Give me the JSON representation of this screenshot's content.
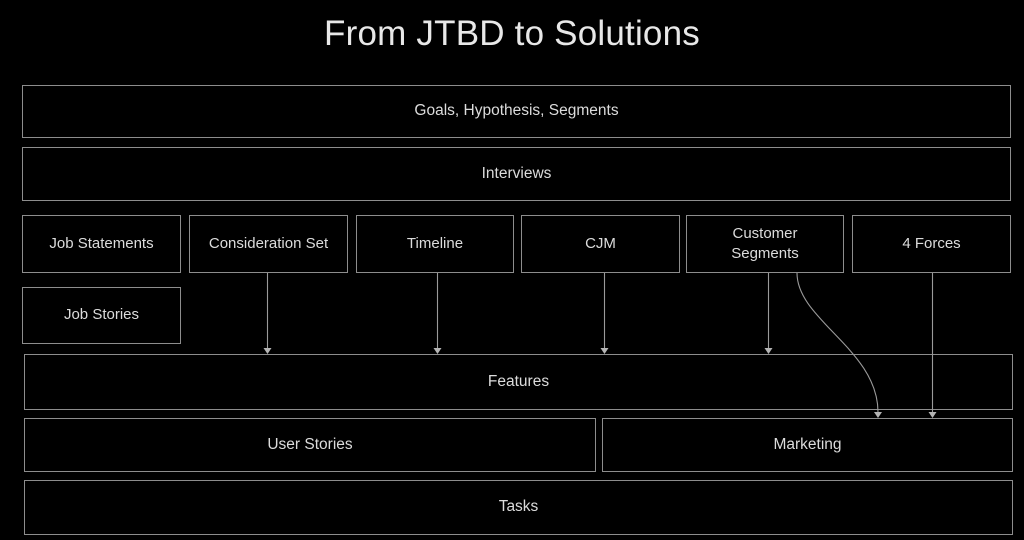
{
  "title": "From JTBD to Solutions",
  "theme": {
    "background": "#000000",
    "border": "#8d8d8d",
    "text": "#dcdcdc",
    "title_text": "#e8e8e8",
    "connector": "#9a9a9a"
  },
  "diagram": {
    "type": "flow",
    "rows": [
      {
        "name": "row-goals",
        "nodes": [
          {
            "id": "goals",
            "label": "Goals, Hypothesis, Segments"
          }
        ]
      },
      {
        "name": "row-interviews",
        "nodes": [
          {
            "id": "interviews",
            "label": "Interviews"
          }
        ]
      },
      {
        "name": "row-artifacts",
        "nodes": [
          {
            "id": "job-statements",
            "label": "Job Statements"
          },
          {
            "id": "consideration-set",
            "label": "Consideration Set"
          },
          {
            "id": "timeline",
            "label": "Timeline"
          },
          {
            "id": "cjm",
            "label": "CJM"
          },
          {
            "id": "customer-segments",
            "label": "Customer\nSegments"
          },
          {
            "id": "four-forces",
            "label": "4 Forces"
          }
        ]
      },
      {
        "name": "row-job-stories",
        "nodes": [
          {
            "id": "job-stories",
            "label": "Job Stories"
          }
        ]
      },
      {
        "name": "row-features",
        "nodes": [
          {
            "id": "features",
            "label": "Features"
          }
        ]
      },
      {
        "name": "row-outputs",
        "nodes": [
          {
            "id": "user-stories",
            "label": "User Stories"
          },
          {
            "id": "marketing",
            "label": "Marketing"
          }
        ]
      },
      {
        "name": "row-tasks",
        "nodes": [
          {
            "id": "tasks",
            "label": "Tasks"
          }
        ]
      }
    ],
    "connections": [
      {
        "from": "consideration-set",
        "to": "features",
        "style": "straight"
      },
      {
        "from": "timeline",
        "to": "features",
        "style": "straight"
      },
      {
        "from": "cjm",
        "to": "features",
        "style": "straight"
      },
      {
        "from": "customer-segments",
        "to": "features",
        "style": "straight"
      },
      {
        "from": "customer-segments",
        "to": "marketing",
        "style": "curved"
      },
      {
        "from": "four-forces",
        "to": "marketing",
        "style": "straight"
      }
    ]
  },
  "labels": {
    "goals": "Goals, Hypothesis, Segments",
    "interviews": "Interviews",
    "job_statements": "Job Statements",
    "consideration_set": "Consideration Set",
    "timeline": "Timeline",
    "cjm": "CJM",
    "customer_segments_line1": "Customer",
    "customer_segments_line2": "Segments",
    "four_forces": "4 Forces",
    "job_stories": "Job Stories",
    "features": "Features",
    "user_stories": "User Stories",
    "marketing": "Marketing",
    "tasks": "Tasks"
  }
}
